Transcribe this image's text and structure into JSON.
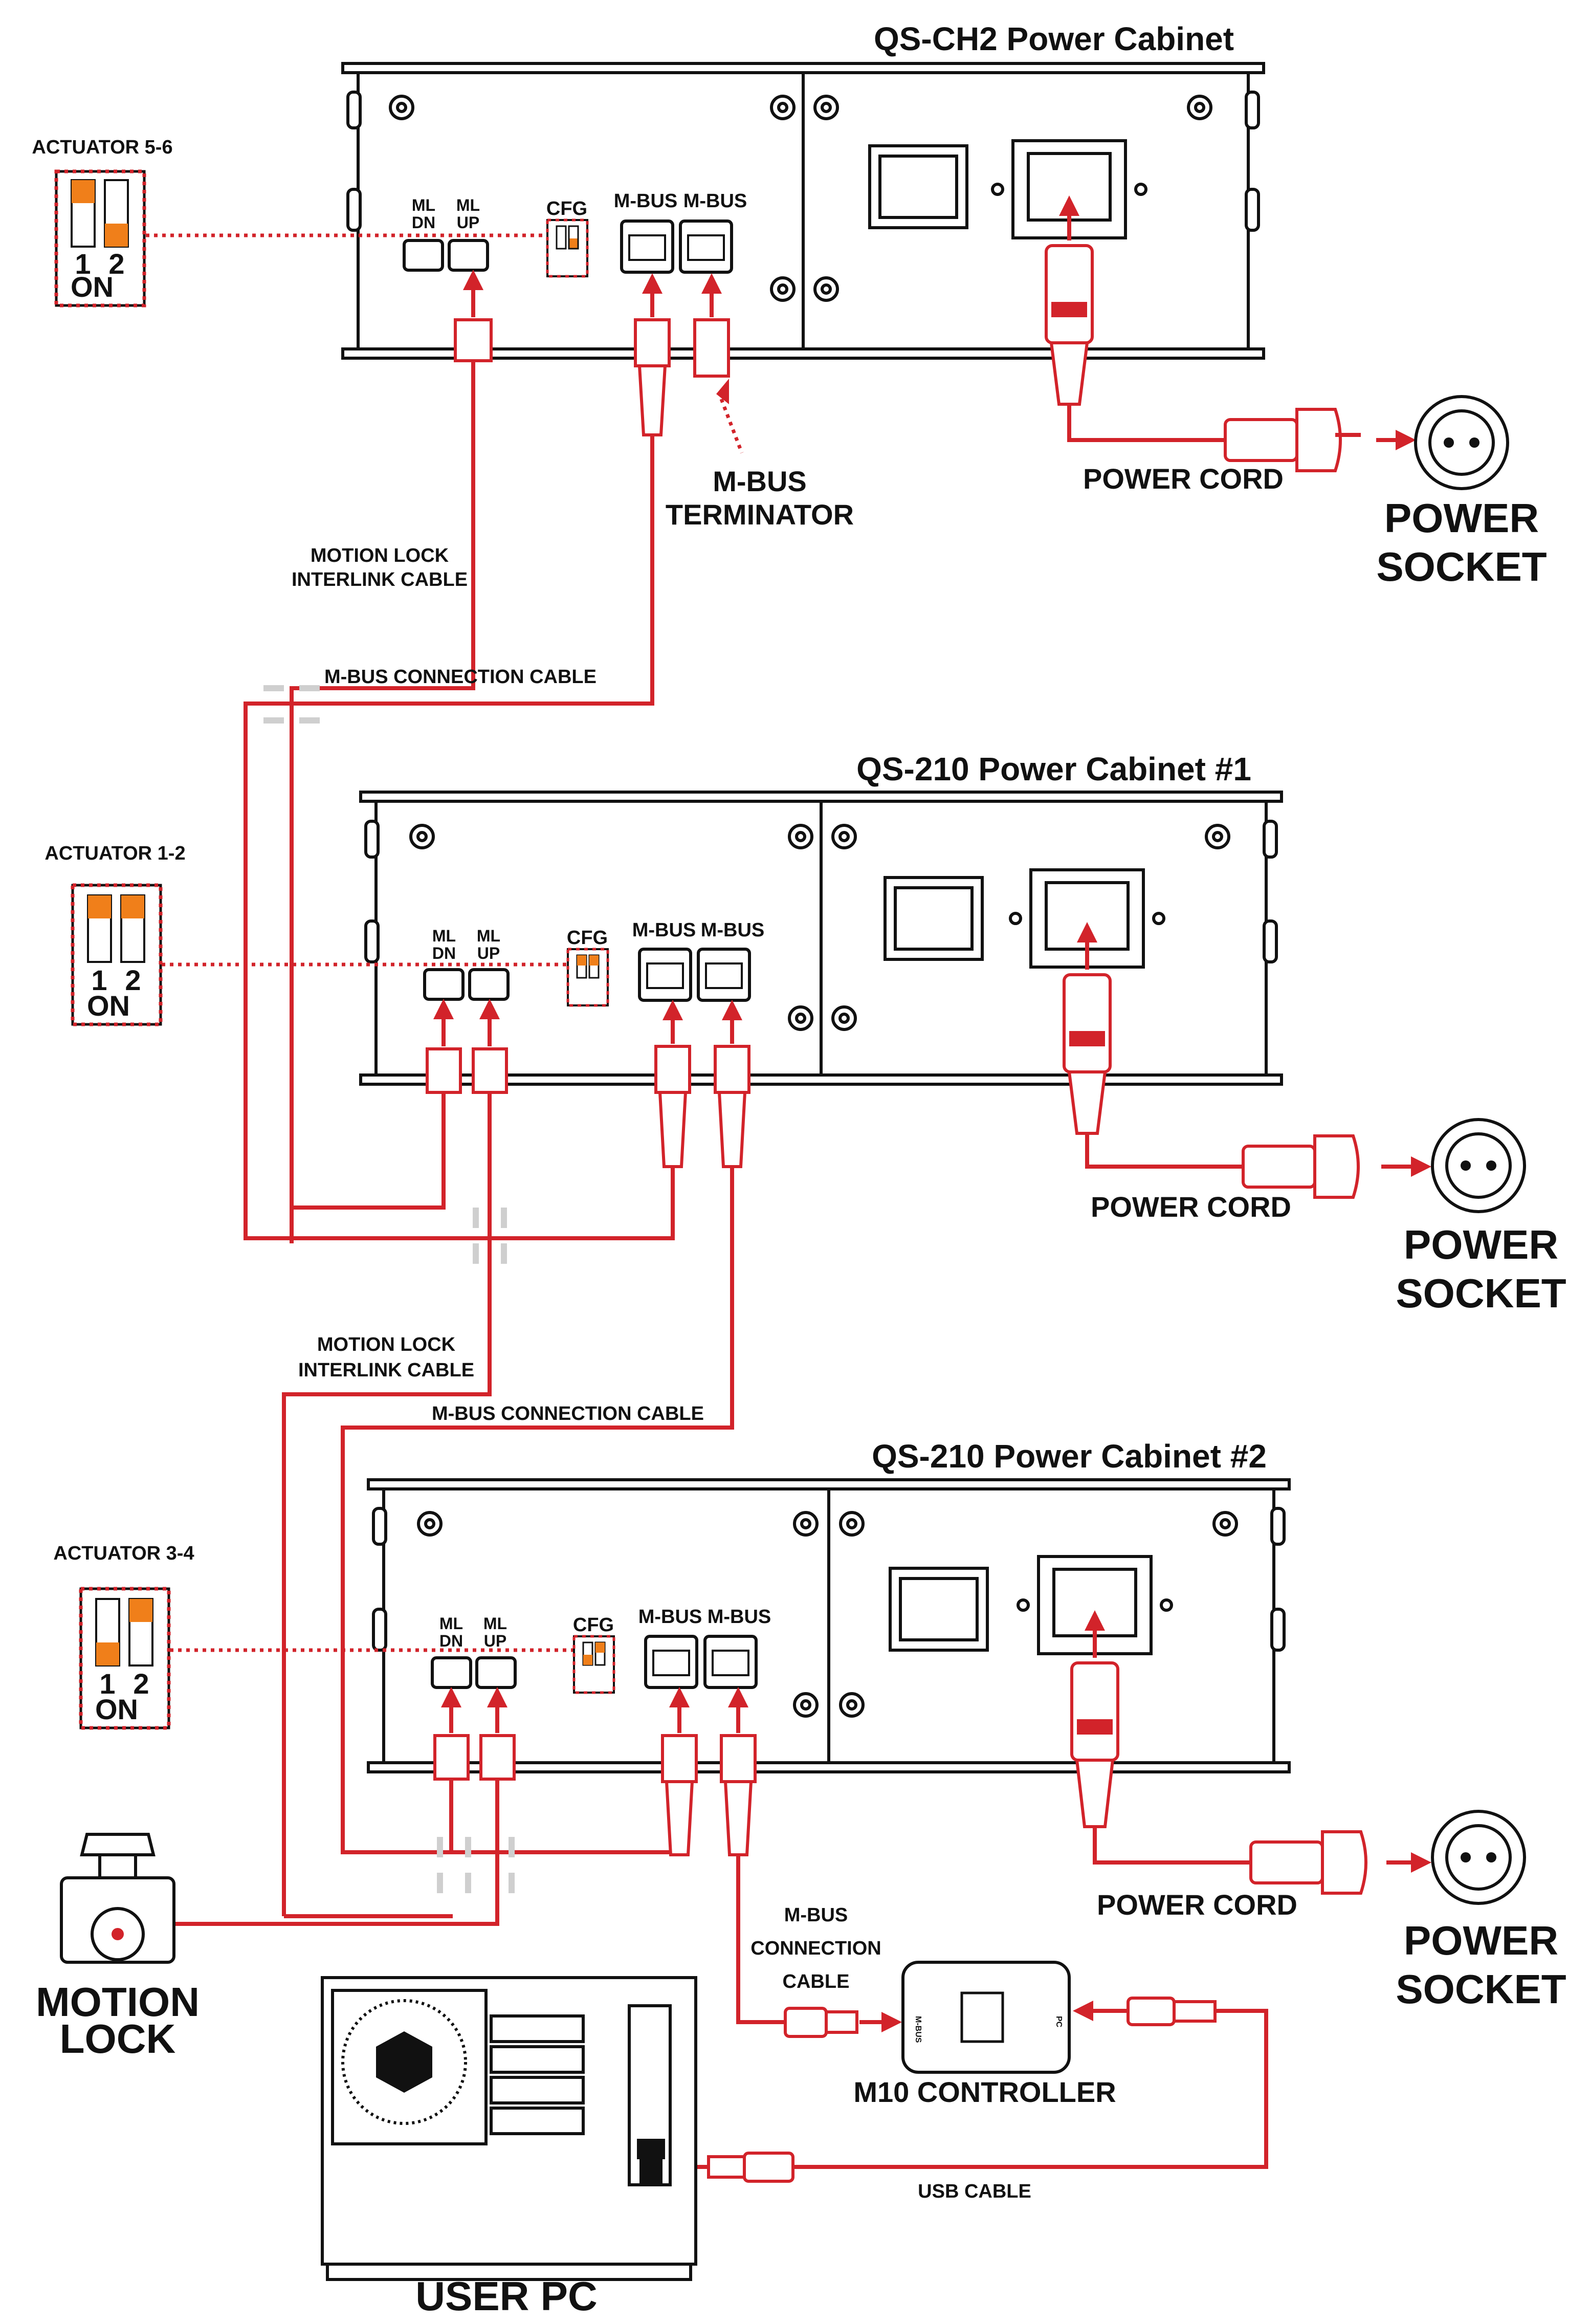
{
  "cabinets": [
    {
      "title": "QS-CH2 Power Cabinet",
      "ml_dn": [
        "ML",
        "DN"
      ],
      "ml_up": [
        "ML",
        "UP"
      ],
      "cfg": "CFG",
      "mbus1": "M-BUS",
      "mbus2": "M-BUS",
      "power_cord": "POWER CORD",
      "socket": [
        "POWER",
        "SOCKET"
      ]
    },
    {
      "title": "QS-210 Power Cabinet #1",
      "ml_dn": [
        "ML",
        "DN"
      ],
      "ml_up": [
        "ML",
        "UP"
      ],
      "cfg": "CFG",
      "mbus1": "M-BUS",
      "mbus2": "M-BUS",
      "power_cord": "POWER CORD",
      "socket": [
        "POWER",
        "SOCKET"
      ]
    },
    {
      "title": "QS-210 Power Cabinet #2",
      "ml_dn": [
        "ML",
        "DN"
      ],
      "ml_up": [
        "ML",
        "UP"
      ],
      "cfg": "CFG",
      "mbus1": "M-BUS",
      "mbus2": "M-BUS",
      "power_cord": "POWER CORD",
      "socket": [
        "POWER",
        "SOCKET"
      ]
    }
  ],
  "actuators": [
    {
      "label": "ACTUATOR 5-6",
      "num1": "1",
      "num2": "2",
      "on": "ON",
      "sw1": "up",
      "sw2": "down"
    },
    {
      "label": "ACTUATOR 1-2",
      "num1": "1",
      "num2": "2",
      "on": "ON",
      "sw1": "up",
      "sw2": "up"
    },
    {
      "label": "ACTUATOR 3-4",
      "num1": "1",
      "num2": "2",
      "on": "ON",
      "sw1": "down",
      "sw2": "up"
    }
  ],
  "cables": {
    "ml_interlink": [
      "MOTION LOCK",
      "INTERLINK CABLE"
    ],
    "mbus_connection": "M-BUS CONNECTION CABLE",
    "terminator": [
      "M-BUS",
      "TERMINATOR"
    ],
    "mbus_connection_vertical": [
      "M-BUS",
      "CONNECTION",
      "CABLE"
    ],
    "usb": "USB CABLE"
  },
  "devices": {
    "motion_lock": [
      "MOTION",
      "LOCK"
    ],
    "m10": "M10 CONTROLLER",
    "m10_port_mbus": "M-BUS",
    "m10_port_pc": "PC",
    "user_pc": "USER PC"
  },
  "colors": {
    "accent": "#d2232a",
    "switch": "#f07f1a",
    "line": "#111111"
  },
  "icons": [
    "power-socket-icon",
    "rj45-port-icon",
    "iec-inlet-icon",
    "usb-plug-icon",
    "emergency-stop-icon"
  ]
}
